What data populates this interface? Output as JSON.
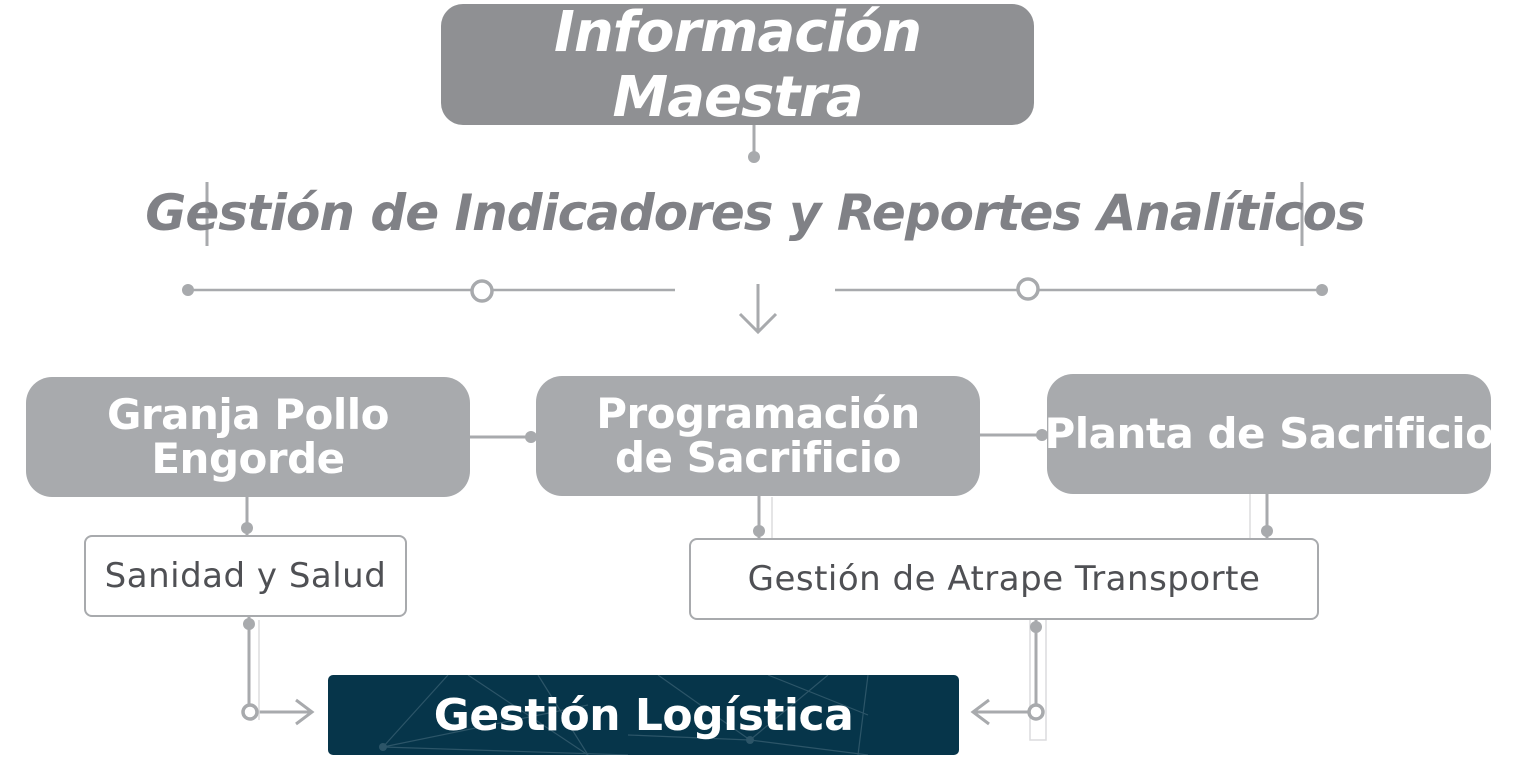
{
  "master": {
    "title": "Información Maestra"
  },
  "subtitle": {
    "text": "Gestión de Indicadores y Reportes Analíticos"
  },
  "modules": [
    {
      "label": "Granja Pollo Engorde"
    },
    {
      "label": "Programación de Sacrificio"
    },
    {
      "label": "Planta de Sacrificio"
    }
  ],
  "submodules": [
    {
      "label": "Sanidad y Salud"
    },
    {
      "label": "Gestión de Atrape Transporte"
    }
  ],
  "output": {
    "label": "Gestión Logística"
  },
  "colors": {
    "master_fill": "#8f9093",
    "module_fill": "#a8aaad",
    "connector": "#a8aaad",
    "subtitle_text": "#808186",
    "logistics_fill": "#06354a"
  }
}
